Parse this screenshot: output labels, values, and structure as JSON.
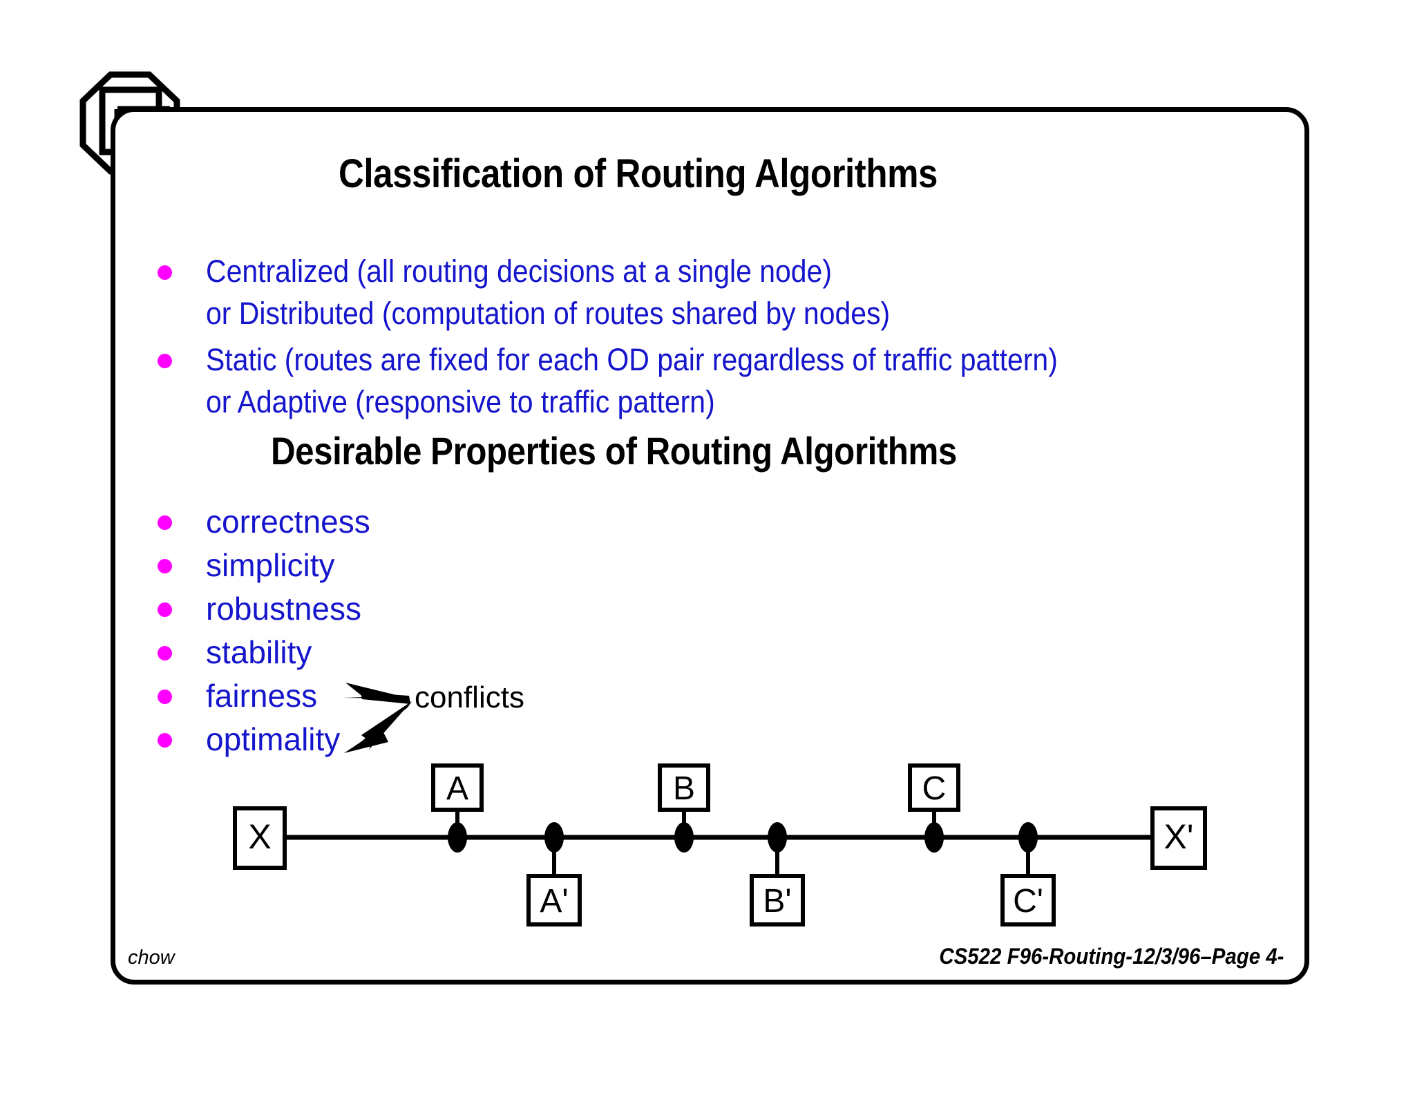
{
  "slide": {
    "title": "Classification of Routing Algorithms",
    "secondary_title": "Desirable Properties of Routing Algorithms",
    "logo_name": "cu-octagon-monogram-logo"
  },
  "classification": {
    "items": [
      {
        "line1": "Centralized (all routing decisions at a single node)",
        "line2": "or Distributed (computation of routes shared by nodes)"
      },
      {
        "line1": "Static (routes are fixed for each OD pair regardless of traffic pattern)",
        "line2": "or Adaptive (responsive to traffic pattern)"
      }
    ]
  },
  "properties": {
    "items": [
      {
        "label": "correctness"
      },
      {
        "label": "simplicity"
      },
      {
        "label": "robustness"
      },
      {
        "label": "stability"
      },
      {
        "label": "fairness"
      },
      {
        "label": "optimality"
      }
    ]
  },
  "annotation": {
    "conflicts_label": "conflicts",
    "targets": [
      "fairness",
      "optimality"
    ]
  },
  "diagram": {
    "bus_left_node": "X",
    "bus_right_node": "X'",
    "upper_nodes": [
      "A",
      "B",
      "C"
    ],
    "lower_nodes": [
      "A'",
      "B'",
      "C'"
    ],
    "tap_count": 6
  },
  "footer": {
    "author": "chow",
    "meta": "CS522 F96-Routing-12/3/96–Page 4-"
  },
  "colors": {
    "bullet": "#FF00FF",
    "body_text": "#1515CC",
    "heading_text": "#000000",
    "frame": "#000000",
    "background": "#FFFFFF"
  }
}
